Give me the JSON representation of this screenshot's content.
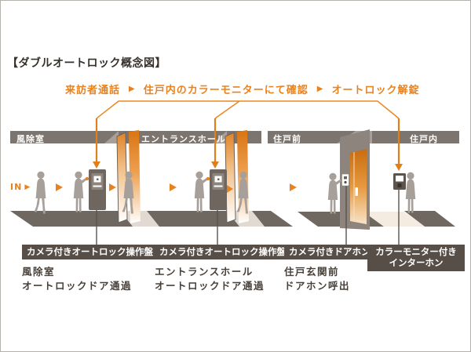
{
  "header": {
    "title": "【ダブルオートロック概念図】",
    "flow": {
      "arrow": "▶",
      "steps": [
        "来訪者通話",
        "住戸内のカラーモニターにて確認",
        "オートロック解錠"
      ]
    }
  },
  "diagram": {
    "in_label": "IN",
    "in_arrow": "▶",
    "zones": [
      {
        "label": "風除室"
      },
      {
        "label": "エントランスホール"
      },
      {
        "label": "住戸前"
      },
      {
        "label": "住戸内"
      }
    ]
  },
  "annotations": [
    {
      "badge": "カメラ付きオートロック操作盤",
      "caption1": "風除室",
      "caption2": "オートロックドア通過"
    },
    {
      "badge": "カメラ付きオートロック操作盤",
      "caption1": "エントランスホール",
      "caption2": "オートロックドア通過"
    },
    {
      "badge": "カメラ付きドアホン",
      "caption1": "住戸玄関前",
      "caption2": "ドアホン呼出"
    },
    {
      "badge_line1": "カラーモニター付き",
      "badge_line2": "インターホン"
    }
  ],
  "colors": {
    "accent_orange": "#e8821e",
    "band_gray": "#7c756f",
    "floor_gray": "#6f6861",
    "badge_bg": "#574e47",
    "silhouette": "#a7a09a",
    "text_dark": "#473f38"
  }
}
